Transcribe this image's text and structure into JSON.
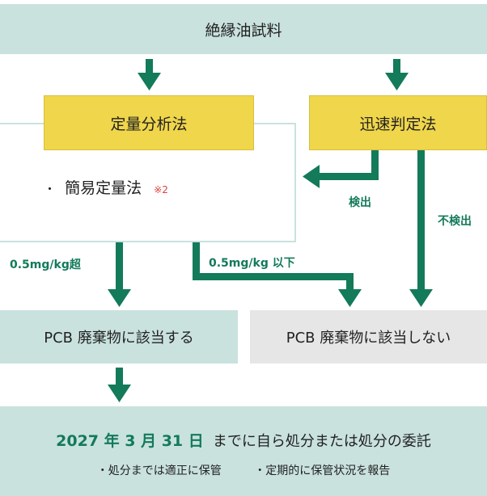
{
  "top": {
    "title": "絶縁油試料"
  },
  "methods": {
    "quantitative": "定量分析法",
    "rapid": "迅速判定法",
    "simple_bullet": "・",
    "simple": "簡易定量法",
    "note": "※2"
  },
  "labels": {
    "detected": "検出",
    "not_detected": "不検出",
    "over": "0.5mg/kg超",
    "under": "0.5mg/kg 以下"
  },
  "results": {
    "applicable": "PCB 廃棄物に該当する",
    "not_applicable": "PCB 廃棄物に該当しない"
  },
  "bottom": {
    "deadline": "2027 年 3 月 31 日",
    "action": "までに自ら処分または処分の委託",
    "item1": "・処分までは適正に保管",
    "item2": "・定期的に保管状況を報告"
  },
  "colors": {
    "arrow": "#137a5a",
    "teal_box": "#c9e2de",
    "yellow_box": "#f0d64b",
    "gray_box": "#e6e6e6",
    "note": "#e0403a"
  }
}
